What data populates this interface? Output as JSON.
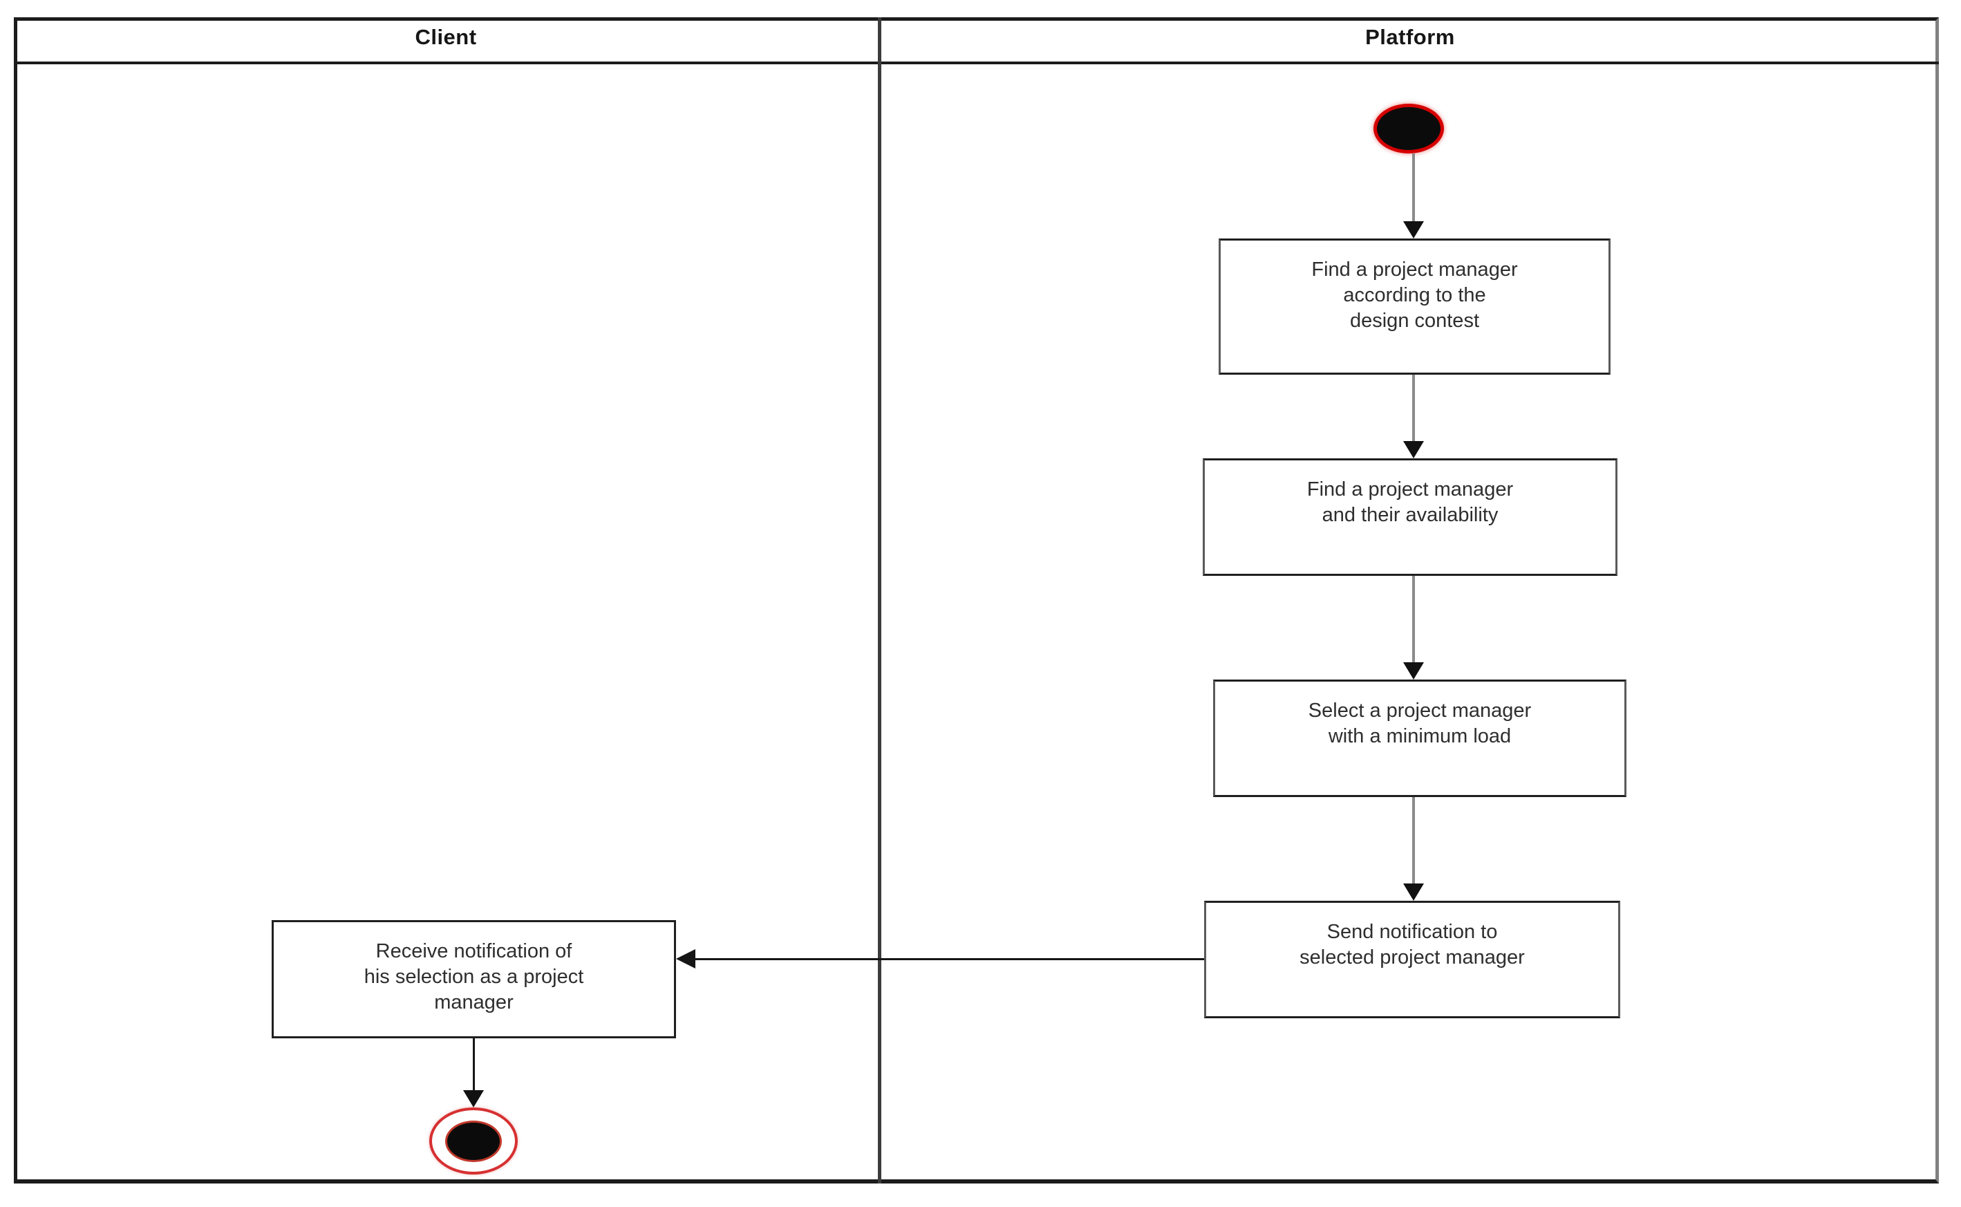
{
  "diagram_type": "uml-activity-swimlane",
  "lanes": {
    "client": {
      "title": "Client"
    },
    "platform": {
      "title": "Platform"
    }
  },
  "nodes": {
    "start": {
      "type": "initial-node",
      "lane": "platform"
    },
    "find_pm_contest": {
      "lane": "platform",
      "label": "Find a project manager\naccording to the\ndesign contest"
    },
    "find_pm_availability": {
      "lane": "platform",
      "label": "Find a project manager\nand their availability"
    },
    "select_pm_min_load": {
      "lane": "platform",
      "label": "Select a project manager\nwith a minimum load"
    },
    "send_notification": {
      "lane": "platform",
      "label": "Send notification to\nselected project manager"
    },
    "receive_notification": {
      "lane": "client",
      "label": "Receive notification of\nhis selection as a project\nmanager"
    },
    "end": {
      "type": "final-node",
      "lane": "client"
    }
  },
  "edges": [
    {
      "from": "start",
      "to": "find_pm_contest"
    },
    {
      "from": "find_pm_contest",
      "to": "find_pm_availability"
    },
    {
      "from": "find_pm_availability",
      "to": "select_pm_min_load"
    },
    {
      "from": "select_pm_min_load",
      "to": "send_notification"
    },
    {
      "from": "send_notification",
      "to": "receive_notification"
    },
    {
      "from": "receive_notification",
      "to": "end"
    }
  ],
  "colors": {
    "frame_border": "#1c1c1c",
    "frame_right_shadow": "#808080",
    "lane_divider": "#3c3c3c",
    "flow_line_gray": "#8a8a8a",
    "flow_line_black": "#161616",
    "node_red": "#d60000",
    "final_ring_red": "#d63031",
    "box_border": "#1f1f1f",
    "text": "#2e2e2e"
  }
}
